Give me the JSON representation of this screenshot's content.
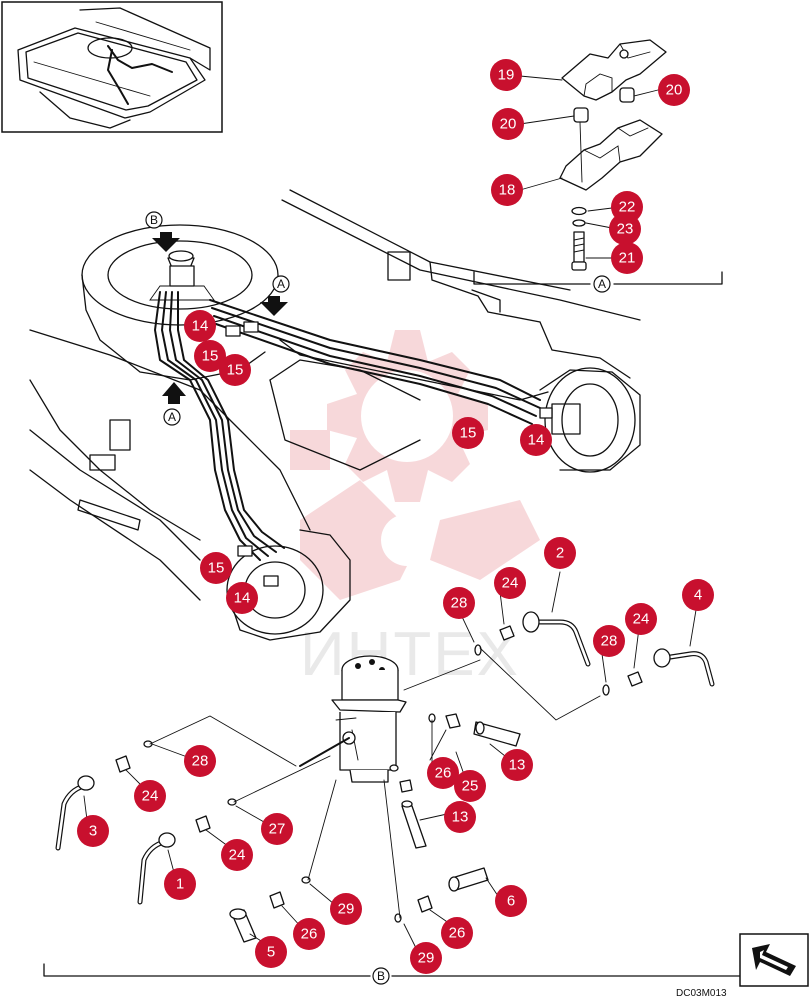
{
  "diagram": {
    "callouts": [
      {
        "id": "c19a",
        "label": "19"
      },
      {
        "id": "c20a",
        "label": "20"
      },
      {
        "id": "c20b",
        "label": "20"
      },
      {
        "id": "c18",
        "label": "18"
      },
      {
        "id": "c22",
        "label": "22"
      },
      {
        "id": "c23",
        "label": "23"
      },
      {
        "id": "c21",
        "label": "21"
      },
      {
        "id": "c14a",
        "label": "14"
      },
      {
        "id": "c15a",
        "label": "15"
      },
      {
        "id": "c15b",
        "label": "15"
      },
      {
        "id": "c15c",
        "label": "15"
      },
      {
        "id": "c14b",
        "label": "14"
      },
      {
        "id": "c15d",
        "label": "15"
      },
      {
        "id": "c14c",
        "label": "14"
      },
      {
        "id": "c2",
        "label": "2"
      },
      {
        "id": "c4",
        "label": "4"
      },
      {
        "id": "c24a",
        "label": "24"
      },
      {
        "id": "c28a",
        "label": "28"
      },
      {
        "id": "c24b",
        "label": "24"
      },
      {
        "id": "c28b",
        "label": "28"
      },
      {
        "id": "c26a",
        "label": "26"
      },
      {
        "id": "c13a",
        "label": "13"
      },
      {
        "id": "c25",
        "label": "25"
      },
      {
        "id": "c13b",
        "label": "13"
      },
      {
        "id": "c28c",
        "label": "28"
      },
      {
        "id": "c24c",
        "label": "24"
      },
      {
        "id": "c3",
        "label": "3"
      },
      {
        "id": "c27",
        "label": "27"
      },
      {
        "id": "c24d",
        "label": "24"
      },
      {
        "id": "c1",
        "label": "1"
      },
      {
        "id": "c6",
        "label": "6"
      },
      {
        "id": "c29a",
        "label": "29"
      },
      {
        "id": "c5",
        "label": "5"
      },
      {
        "id": "c26b",
        "label": "26"
      },
      {
        "id": "c26c",
        "label": "26"
      },
      {
        "id": "c29b",
        "label": "29"
      }
    ],
    "view_markers": [
      {
        "id": "mB1",
        "label": "B"
      },
      {
        "id": "mA1",
        "label": "A"
      },
      {
        "id": "mA2",
        "label": "A"
      },
      {
        "id": "mA3",
        "label": "A"
      },
      {
        "id": "mB2",
        "label": "B"
      }
    ],
    "reference_code": "DC03M013",
    "watermark": {
      "text": "ИНТЕХ",
      "color": "#e8505b"
    },
    "colors": {
      "callout": "#c8102e",
      "line": "#111111",
      "watermark_gear": "#f2b9bd",
      "watermark_text": "#d8d8d8"
    },
    "icons": {
      "inset": "undercarriage-overview-thumbnail",
      "arrow": "turn-arrow-icon"
    }
  }
}
